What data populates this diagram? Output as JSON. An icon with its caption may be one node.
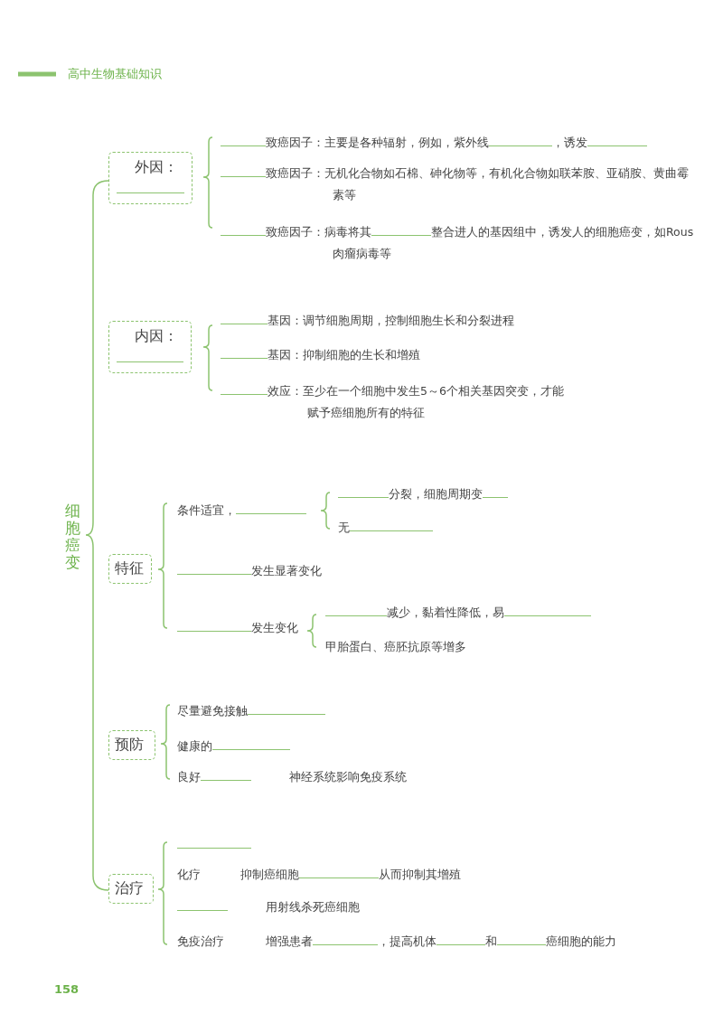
{
  "diagram": {
    "nodes": [
      {
        "text": [
          "外因："
        ]
      },
      {
        "text": [
          "内因："
        ]
      },
      {
        "text": [
          "特征"
        ]
      },
      {
        "text": [
          "预防"
        ]
      },
      {
        "text": [
          "治疗"
        ]
      }
    ],
    "labels": [
      "高中生物基础知识",
      "细胞癌变",
      "致癌因子：主要是各种辐射，例如，紫外线",
      "，诱发",
      "致癌因子：无机化合物如石棉、砷化物等，有机化合物如联苯胺、亚硝胺、黄曲霉素等",
      "致癌因子：病毒将其",
      "整合进人的基因组中，诱发人的细胞癌变，如Rous肉瘤病毒等",
      "基因：调节细胞周期，控制细胞生长和分裂进程",
      "基因：抑制细胞的生长和增殖",
      "效应：至少在一个细胞中发生5～6个相关基因突变，才能赋予癌细胞所有的特征",
      "条件适宜，",
      "分裂，细胞周期变",
      "无",
      "发生显著变化",
      "发生变化",
      "减少，黏着性降低，易",
      "甲胎蛋白、癌胚抗原等增多",
      "尽量避免接触",
      "健康的",
      "良好",
      "神经系统影响免疫系统",
      "化疗",
      "抑制癌细胞",
      "从而抑制其增殖",
      "用射线杀死癌细胞",
      "免疫治疗",
      "增强患者",
      "，提高机体",
      "和",
      "癌细胞的能力",
      "158"
    ]
  }
}
